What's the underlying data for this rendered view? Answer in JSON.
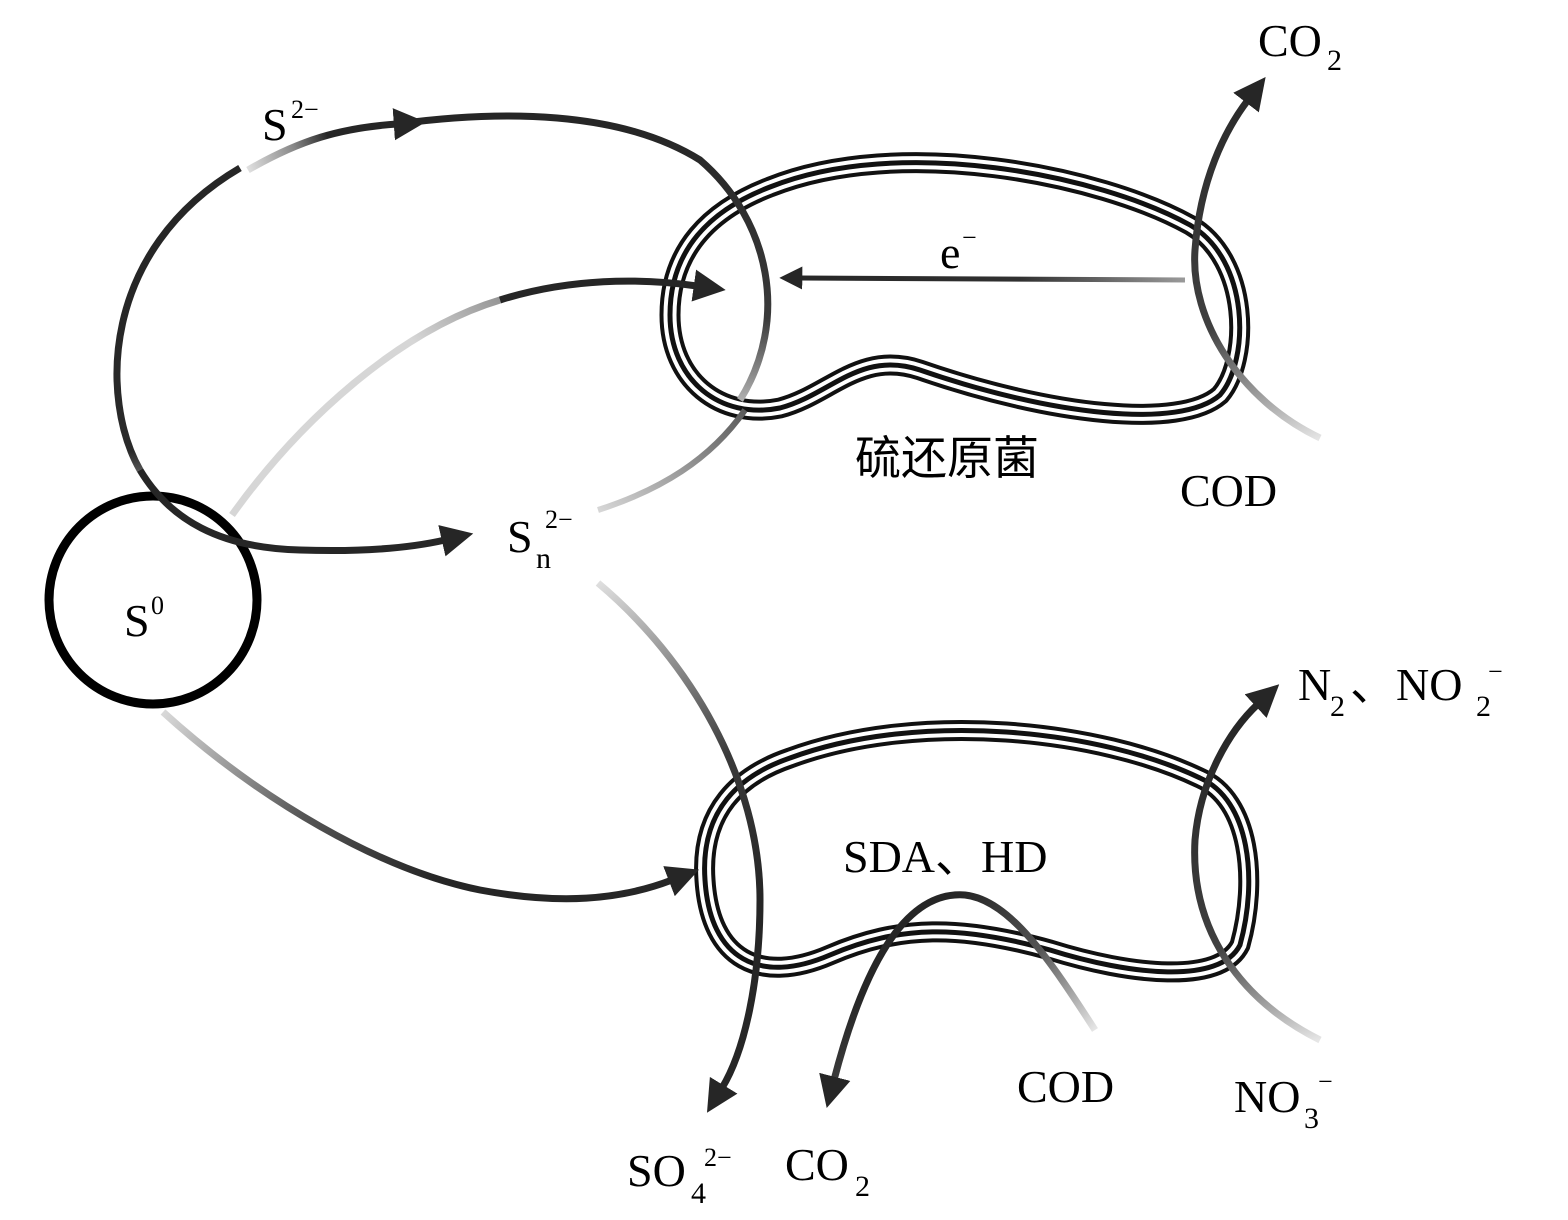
{
  "labels": {
    "s2_minus": {
      "base": "S",
      "sup": "2−"
    },
    "s0": {
      "base": "S",
      "sup": "0"
    },
    "sn2_minus": {
      "base": "S",
      "sub": "n",
      "sup": "2−"
    },
    "electron": {
      "base": "e",
      "sup": "−"
    },
    "top_co2": {
      "base": "CO",
      "sub": "2"
    },
    "sulfate_reducer": "硫还原菌",
    "top_cod": "COD",
    "sda_hd": "SDA、HD",
    "n2_no2": {
      "n": "N",
      "n_sub": "2",
      "sep": "、NO",
      "no2_sub": "2",
      "no2_sup": "−"
    },
    "no3": {
      "base": "NO",
      "sub": "3",
      "sup": "−"
    },
    "bottom_cod": "COD",
    "so4": {
      "base": "SO",
      "sub": "4",
      "sup": "2−"
    },
    "bottom_co2": {
      "base": "CO",
      "sub": "2"
    }
  },
  "colors": {
    "stroke": "#1a1a1a",
    "arrow": "#262626",
    "faint": "#cfcfcf",
    "background": "#ffffff"
  }
}
